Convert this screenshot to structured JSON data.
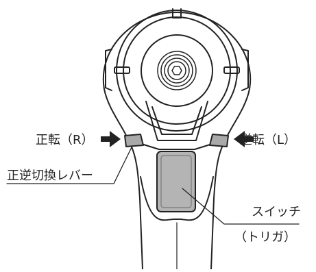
{
  "labels": {
    "forward": "正転（R）",
    "reverse": "逆転（L）",
    "lever": "正逆切換レバー",
    "switch": "スイッチ",
    "trigger": "（トリガ）"
  },
  "colors": {
    "line": "#222222",
    "lever_fill": "#a9a9a9",
    "switch_fill": "#b4b4b4"
  }
}
